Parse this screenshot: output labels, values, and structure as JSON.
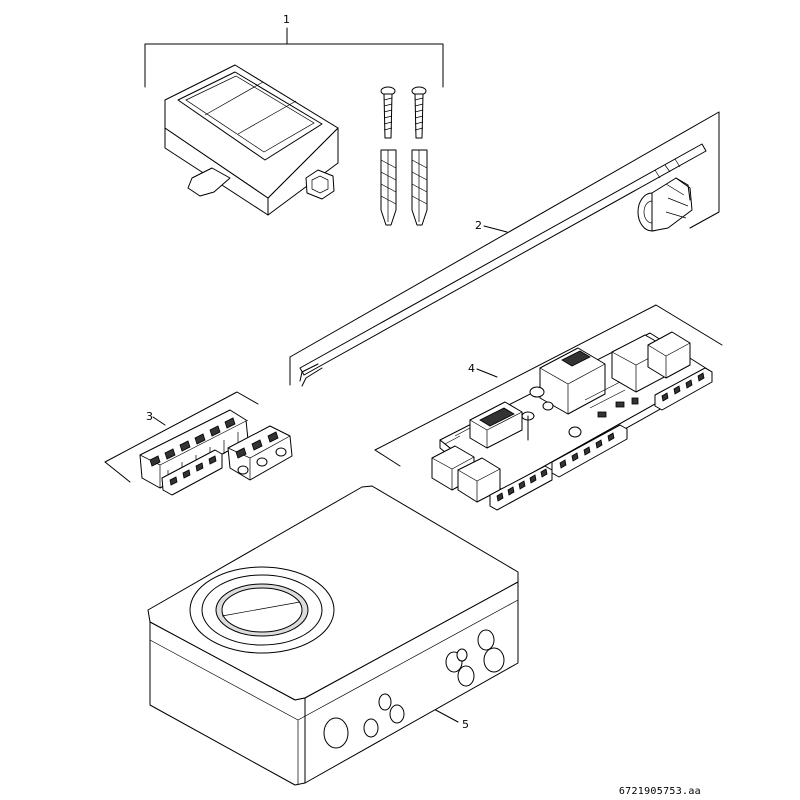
{
  "parts": [
    {
      "number": "1"
    },
    {
      "number": "2"
    },
    {
      "number": "3"
    },
    {
      "number": "4"
    },
    {
      "number": "5"
    }
  ],
  "drawing_reference": "6721905753.aa"
}
